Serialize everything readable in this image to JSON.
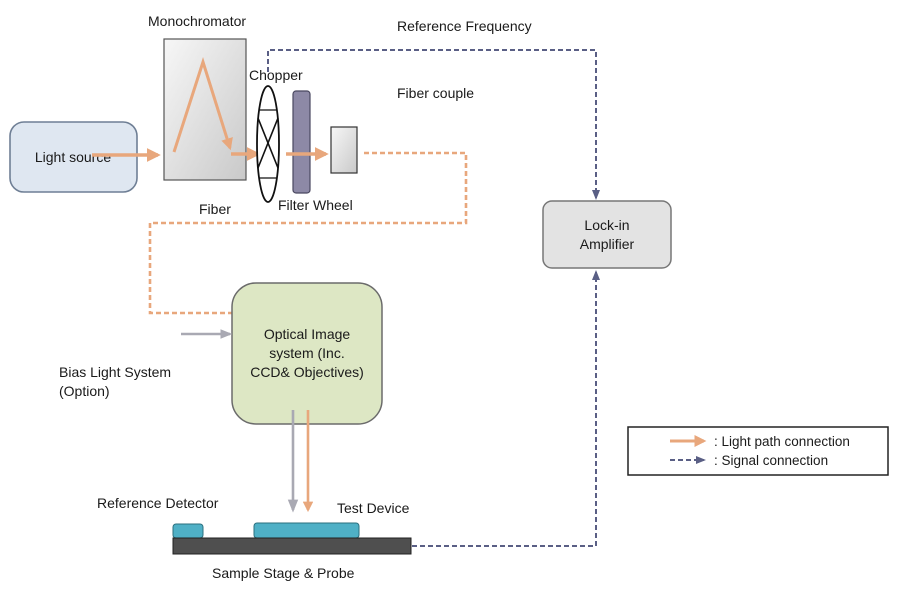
{
  "labels": {
    "light_source": "Light source",
    "monochromator": "Monochromator",
    "chopper": "Chopper",
    "filter_wheel": "Filter Wheel",
    "fiber": "Fiber",
    "fiber_couple": "Fiber couple",
    "reference_frequency": "Reference Frequency",
    "lockin_line1": "Lock-in",
    "lockin_line2": "Amplifier",
    "optical_line1": "Optical Image",
    "optical_line2": "system (Inc.",
    "optical_line3": "CCD& Objectives)",
    "bias_line1": "Bias Light System",
    "bias_line2": "(Option)",
    "reference_detector": "Reference  Detector",
    "test_device": "Test Device",
    "sample_stage": "Sample Stage & Probe"
  },
  "legend": {
    "light_path": ": Light path connection",
    "signal": ": Signal  connection"
  },
  "colors": {
    "light_path": "#e8a77c",
    "signal": "#5a5f85",
    "bias_arrow": "#a9a9b3",
    "light_source_fill": "#dfe7f1",
    "optical_fill": "#dde7c4",
    "lockin_fill": "#e3e3e3",
    "device_fill": "#4fb0c6",
    "stage_fill": "#4f4f4f",
    "filter_fill": "#8d89a6"
  }
}
